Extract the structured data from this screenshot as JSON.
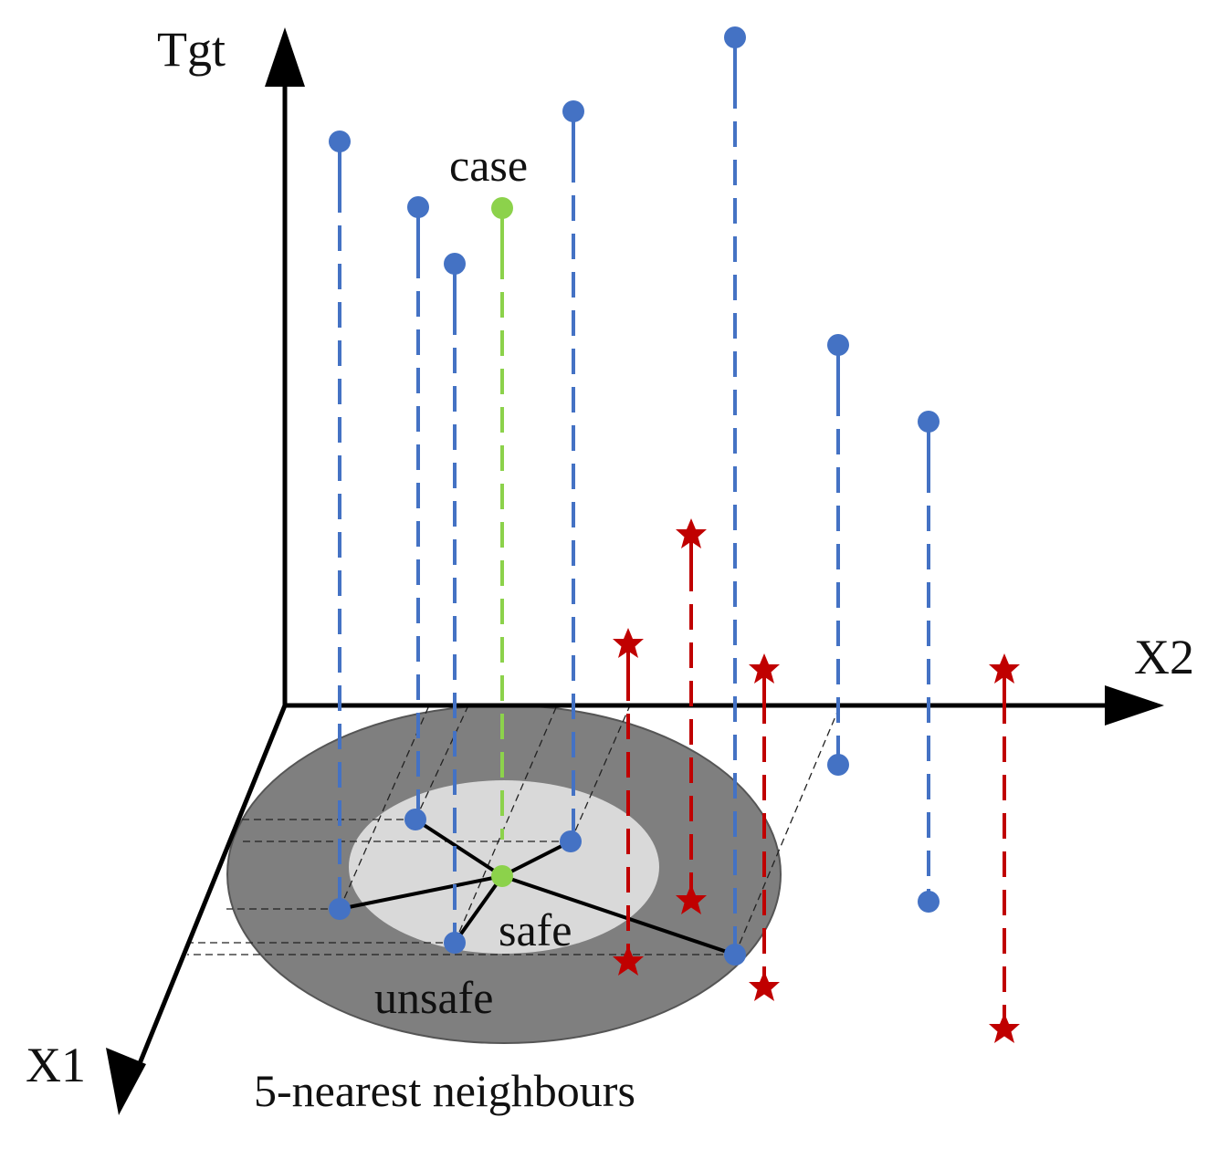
{
  "labels": {
    "axis_tgt": "Tgt",
    "axis_x2": "X2",
    "axis_x1": "X1",
    "case": "case",
    "safe": "safe",
    "unsafe": "unsafe",
    "caption": "5-nearest neighbours"
  },
  "colors": {
    "axis": "#000000",
    "blue": "#4472c4",
    "green": "#8cd24b",
    "red": "#c00000",
    "unsafe_region": "#7f7f7f",
    "safe_region": "#d9d9d9"
  }
}
